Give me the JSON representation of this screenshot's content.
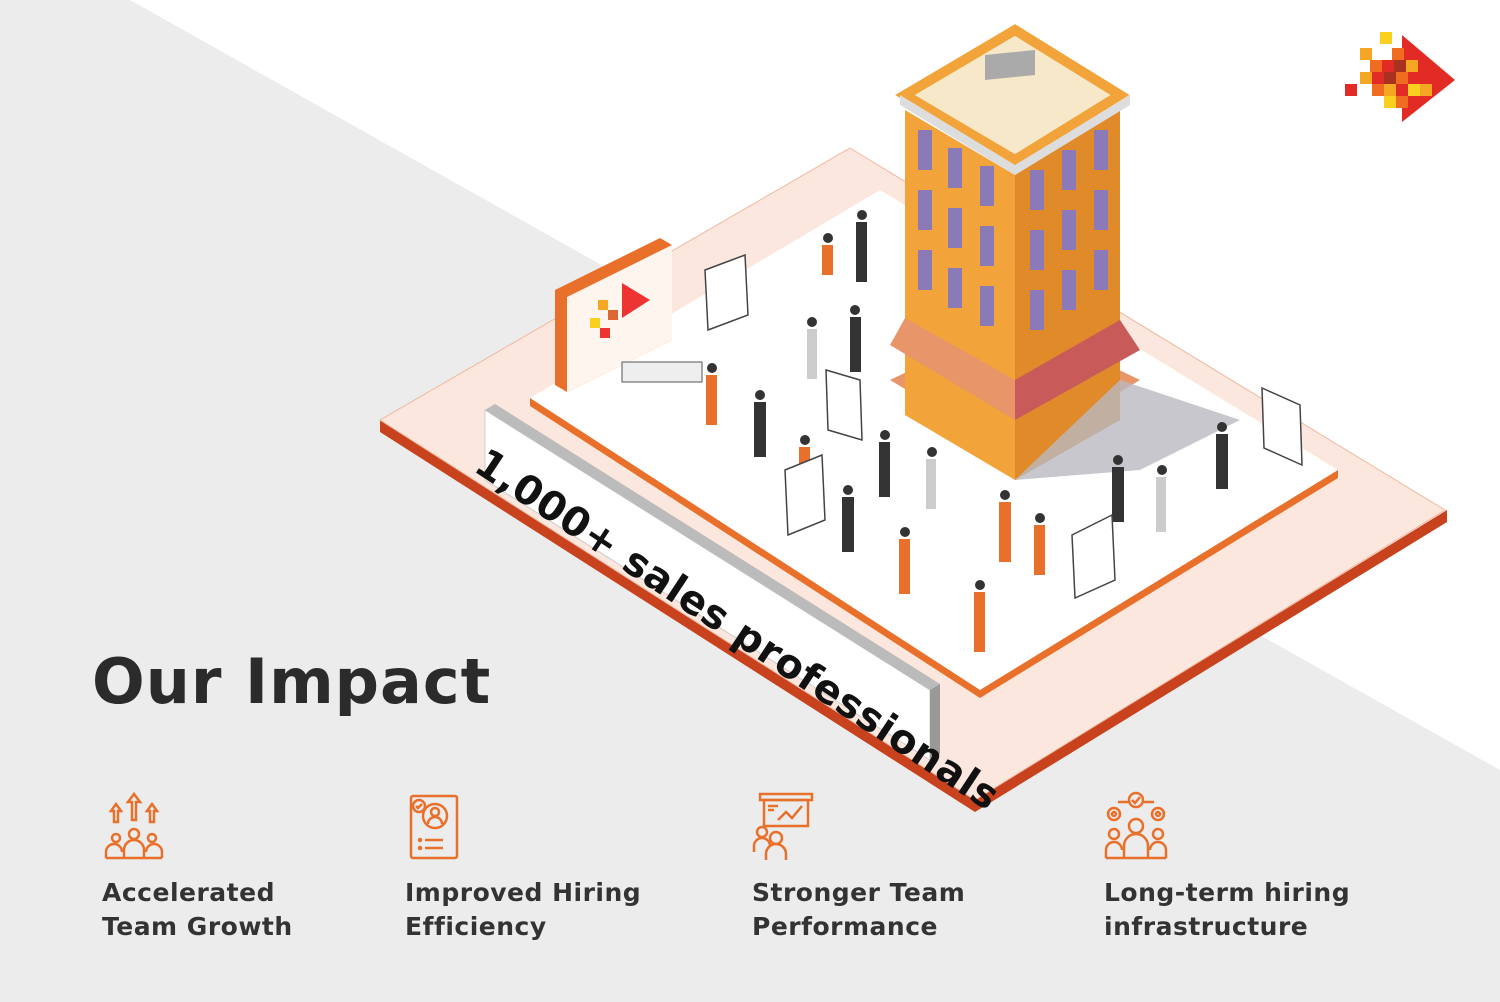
{
  "title": "Our Impact",
  "banner": "1,000+ sales professionals",
  "colors": {
    "accent": "#e8702a",
    "background": "#ececec",
    "building": "#f2a33a"
  },
  "impacts": [
    {
      "icon": "team-growth-icon",
      "line1": "Accelerated",
      "line2": "Team Growth"
    },
    {
      "icon": "hiring-profile-icon",
      "line1": "Improved Hiring",
      "line2": "Efficiency"
    },
    {
      "icon": "team-presentation-icon",
      "line1": "Stronger Team",
      "line2": "Performance"
    },
    {
      "icon": "team-gears-icon",
      "line1": "Long-term hiring",
      "line2": "infrastructure"
    }
  ]
}
